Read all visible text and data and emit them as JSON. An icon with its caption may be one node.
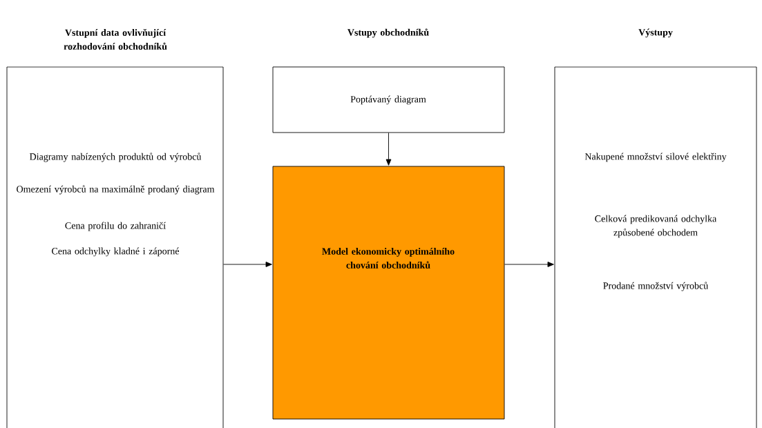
{
  "diagram": {
    "nodes": [
      {
        "text": [
          "Vstupní data ovlivňující rozhodování obchodníků",
          "Diagramy nabízených produktů od výrobců",
          "Omezení výrobců na maximálně prodaný diagram",
          "Cena profilu do zahraničí",
          "Cena odchylky kladné i záporné"
        ]
      },
      {
        "text": [
          "Vstupy obchodníků",
          "Poptávaný diagram"
        ]
      },
      {
        "text": [
          "Model ekonomicky optimálního chování obchodníků"
        ]
      },
      {
        "text": [
          "Výstupy",
          "Nakupené množství silové elektřiny",
          "Celková predikovaná odchylka způsobené obchodem",
          "Prodané množství výrobců"
        ]
      }
    ],
    "edges": [
      {
        "from": 1,
        "to": 2,
        "arrow": "to"
      },
      {
        "from": 0,
        "to": 2,
        "arrow": "to"
      },
      {
        "from": 2,
        "to": 3,
        "arrow": "to"
      }
    ]
  }
}
